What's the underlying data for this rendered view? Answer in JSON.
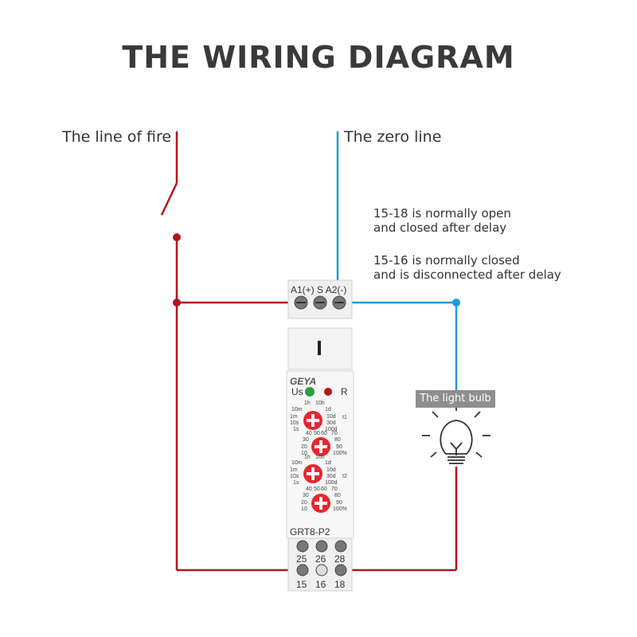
{
  "title": "THE WIRING DIAGRAM",
  "labels": {
    "fire_line": "The line of fire",
    "zero_line": "The zero line",
    "light_bulb": "The light bulb"
  },
  "notes": {
    "note1_line1": "15-18 is normally open",
    "note1_line2": "and closed after delay",
    "note2_line1": "15-16 is normally closed",
    "note2_line2": "and is disconnected after delay"
  },
  "device": {
    "brand": "GEYA",
    "model": "GRT8-P2",
    "top_terminals": "A1(+)  S  A2(-)",
    "indicator_us": "Us",
    "indicator_r": "R",
    "dial_t1": "t1",
    "dial_t2": "t2",
    "upper_terminal_numbers": [
      "25",
      "26",
      "28"
    ],
    "lower_terminal_numbers": [
      "15",
      "16",
      "18"
    ],
    "time_scale": [
      "1h",
      "10h",
      "10m",
      "1d",
      "1m",
      "10d",
      "10s",
      "30d",
      "1s",
      "100d"
    ],
    "percent_scale": [
      "40",
      "50",
      "60",
      "70",
      "30",
      "80",
      "20",
      "90",
      "10",
      "100%"
    ]
  },
  "colors": {
    "fire": "#b5141e",
    "zero": "#1e9ad6",
    "dial": "#e8262e"
  }
}
